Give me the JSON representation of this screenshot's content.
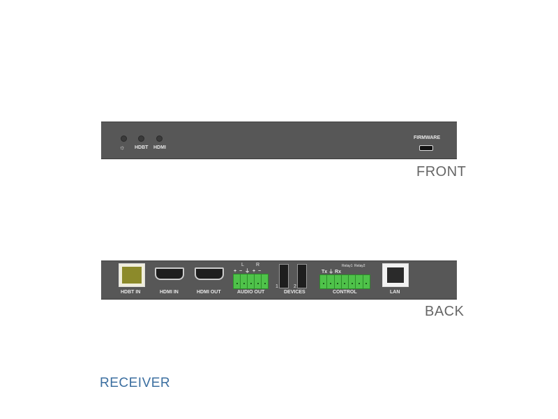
{
  "front": {
    "title": "FRONT",
    "leds": [
      {
        "label": "☼"
      },
      {
        "label": "HDBT"
      },
      {
        "label": "HDMI"
      }
    ],
    "firmware_label": "FIRMWARE"
  },
  "back": {
    "title": "BACK",
    "ports": {
      "hdbt_in": "HDBT IN",
      "hdmi_in": "HDMI IN",
      "hdmi_out": "HDMI OUT",
      "audio_out": "AUDIO OUT",
      "audio_pins": "+ − ⏚ + −",
      "audio_l": "L",
      "audio_r": "R",
      "devices": "DEVICES",
      "usb1": "1",
      "usb2": "2",
      "control": "CONTROL",
      "control_txrx": "Tx ⏚ Rx",
      "relay1": "Relay1",
      "relay2": "Relay2",
      "lan": "LAN"
    }
  },
  "product_title": "RECEIVER"
}
